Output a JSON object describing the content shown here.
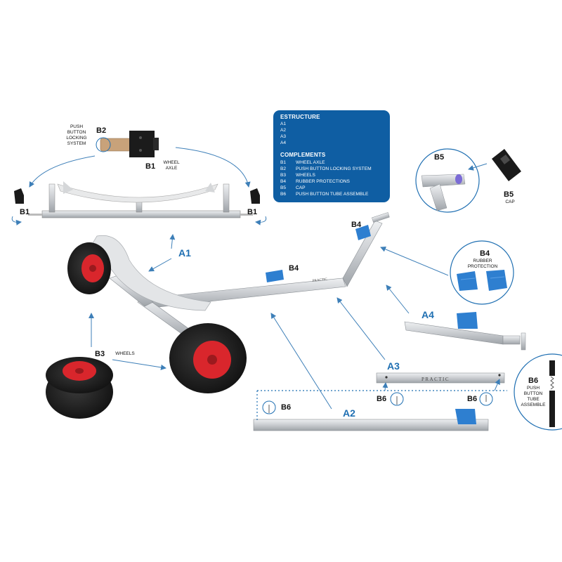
{
  "infobox": {
    "structure_title": "ESTRUCTURE",
    "structure_items": [
      "A1",
      "A2",
      "A3",
      "A4"
    ],
    "complements_title": "COMPLEMENTS",
    "complements": [
      {
        "code": "B1",
        "name": "WHEEL AXLE"
      },
      {
        "code": "B2",
        "name": "PUSH BUTTON LOCKING SYSTEM"
      },
      {
        "code": "B3",
        "name": "WHEELS"
      },
      {
        "code": "B4",
        "name": "RUBBER PROTECTIONS"
      },
      {
        "code": "B5",
        "name": "CAP"
      },
      {
        "code": "B6",
        "name": "PUSH BUTTON TUBE ASSEMBLE"
      }
    ]
  },
  "labels": {
    "a1": "A1",
    "a2": "A2",
    "a3": "A3",
    "a4": "A4",
    "b1_axle": "B1",
    "b1_left": "B1",
    "b1_right": "B1",
    "b2": "B2",
    "b3": "B3",
    "b4_top": "B4",
    "b4_mid": "B4",
    "b4_circle": "B4",
    "b5_circle": "B5",
    "b5_cap": "B5",
    "b6_left": "B6",
    "b6_mid": "B6",
    "b6_right": "B6",
    "b6_circle": "B6"
  },
  "captions": {
    "push_button_locking_system": [
      "PUSH",
      "BUTTON",
      "LOCKING",
      "SYSTEM"
    ],
    "wheel_axle": [
      "WHEEL",
      "AXLE"
    ],
    "wheels": "WHEELS",
    "rubber_protection": [
      "RUBBER",
      "PROTECTION"
    ],
    "cap": "CAP",
    "push_button_tube_assemble": [
      "PUSH",
      "BUTTON",
      "TUBE",
      "ASSEMBLE"
    ],
    "practic": "PRACTIC"
  },
  "colors": {
    "brand_blue": "#0f5ea3",
    "label_blue": "#1f6fb2",
    "arrow_blue": "#3d7fb8",
    "wheel_red": "#d9262c",
    "pad_blue": "#2e7fd0",
    "aluminium": "#c9ccd0"
  }
}
